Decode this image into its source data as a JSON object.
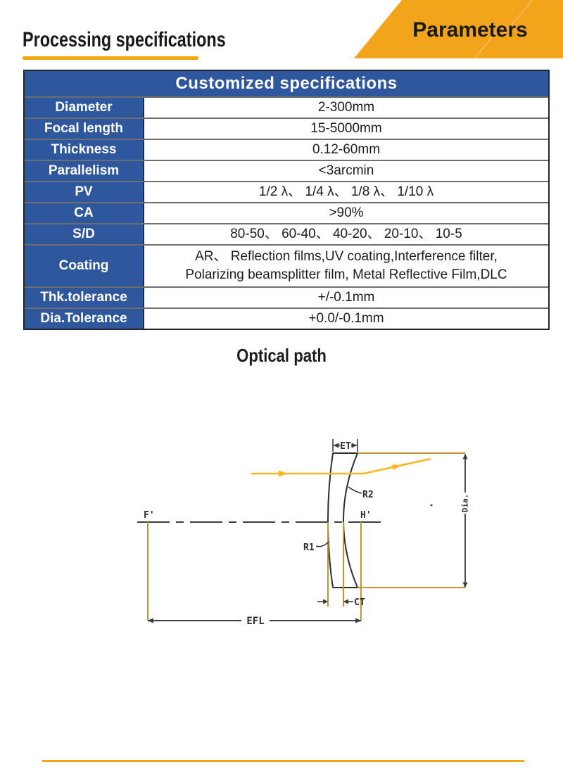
{
  "header": {
    "title": "Processing specifications",
    "banner_label": "Parameters",
    "accent_color": "#f2a51a",
    "underline_color": "#f2a70f"
  },
  "table": {
    "title": "Customized specifications",
    "header_bg": "#2e579e",
    "rows": [
      {
        "label": "Diameter",
        "value": "2-300mm"
      },
      {
        "label": "Focal length",
        "value": "15-5000mm"
      },
      {
        "label": "Thickness",
        "value": "0.12-60mm"
      },
      {
        "label": "Parallelism",
        "value": "<3arcmin"
      },
      {
        "label": "PV",
        "value": "1/2 λ、 1/4 λ、 1/8 λ、 1/10 λ"
      },
      {
        "label": "CA",
        "value": ">90%"
      },
      {
        "label": "S/D",
        "value": "80-50、 60-40、 40-20、 20-10、 10-5"
      },
      {
        "label": "Coating",
        "value": "AR、 Reflection films,UV coating,Interference filter,\nPolarizing beamsplitter film, Metal Reflective Film,DLC",
        "tall": true
      },
      {
        "label": "Thk.tolerance",
        "value": "+/-0.1mm"
      },
      {
        "label": "Dia.Tolerance",
        "value": "+0.0/-0.1mm"
      }
    ]
  },
  "diagram": {
    "title": "Optical path",
    "labels": {
      "et": "ET",
      "r2": "R2",
      "r1": "R1",
      "f_prime": "F'",
      "h_prime": "H'",
      "ct": "CT",
      "efl": "EFL",
      "dia": "Dia."
    },
    "colors": {
      "line": "#3c3c3c",
      "lens": "#2e2e2e",
      "gold": "#c0952d",
      "ray": "#ffb41e"
    }
  },
  "footer": {
    "divider_color": "#f0a714"
  }
}
